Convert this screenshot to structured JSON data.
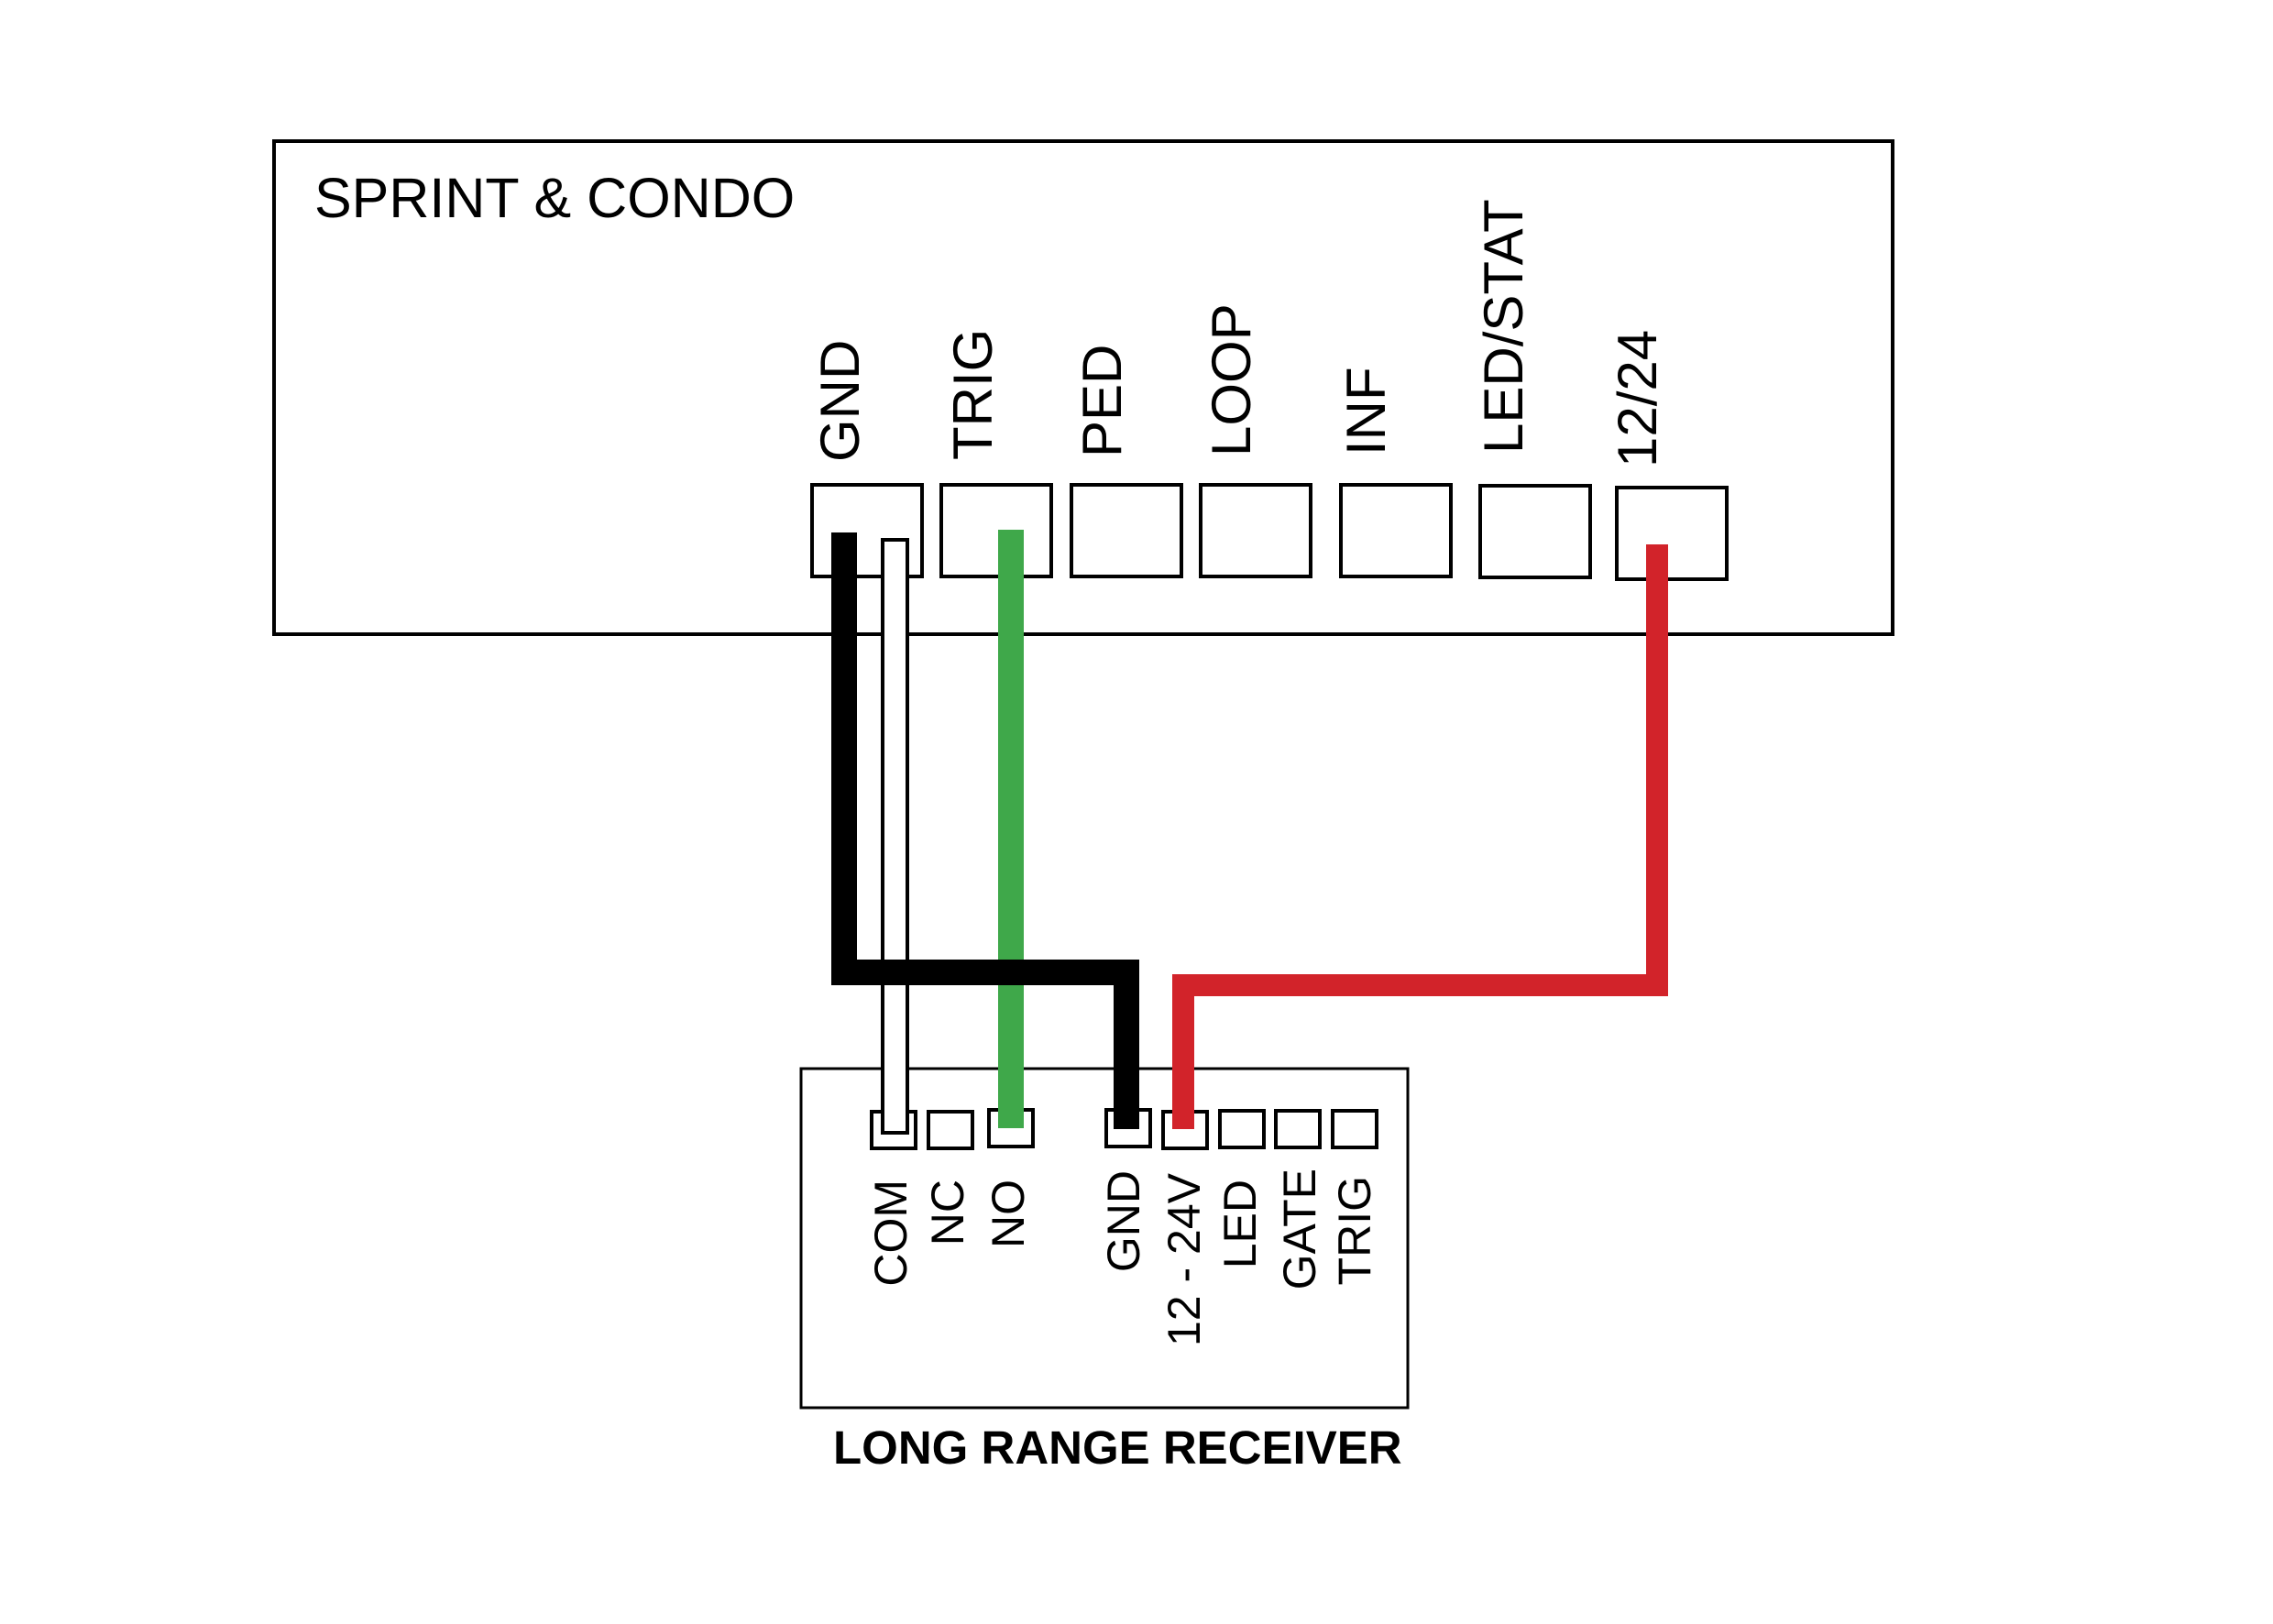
{
  "diagram": {
    "controller": {
      "title": "SPRINT & CONDO",
      "terminals": [
        {
          "label": "GND"
        },
        {
          "label": "TRIG"
        },
        {
          "label": "PED"
        },
        {
          "label": "LOOP"
        },
        {
          "label": "INF"
        },
        {
          "label": "LED/STAT"
        },
        {
          "label": "12/24"
        }
      ]
    },
    "receiver": {
      "title": "LONG RANGE RECEIVER",
      "terminals": [
        {
          "label": "COM"
        },
        {
          "label": "NC"
        },
        {
          "label": "NO"
        },
        {
          "label": "GND"
        },
        {
          "label": "12 - 24V"
        },
        {
          "label": "LED"
        },
        {
          "label": "GATE"
        },
        {
          "label": "TRIG"
        }
      ]
    },
    "wires": [
      {
        "name": "black",
        "color": "#000000",
        "from": "controller.GND",
        "to": "receiver.GND"
      },
      {
        "name": "white",
        "color": "#ffffff",
        "from": "controller.GND",
        "to": "receiver.COM"
      },
      {
        "name": "green",
        "color": "#3fa84a",
        "from": "controller.TRIG",
        "to": "receiver.NO"
      },
      {
        "name": "red",
        "color": "#d2232a",
        "from": "controller.12/24",
        "to": "receiver.12 - 24V"
      }
    ]
  }
}
